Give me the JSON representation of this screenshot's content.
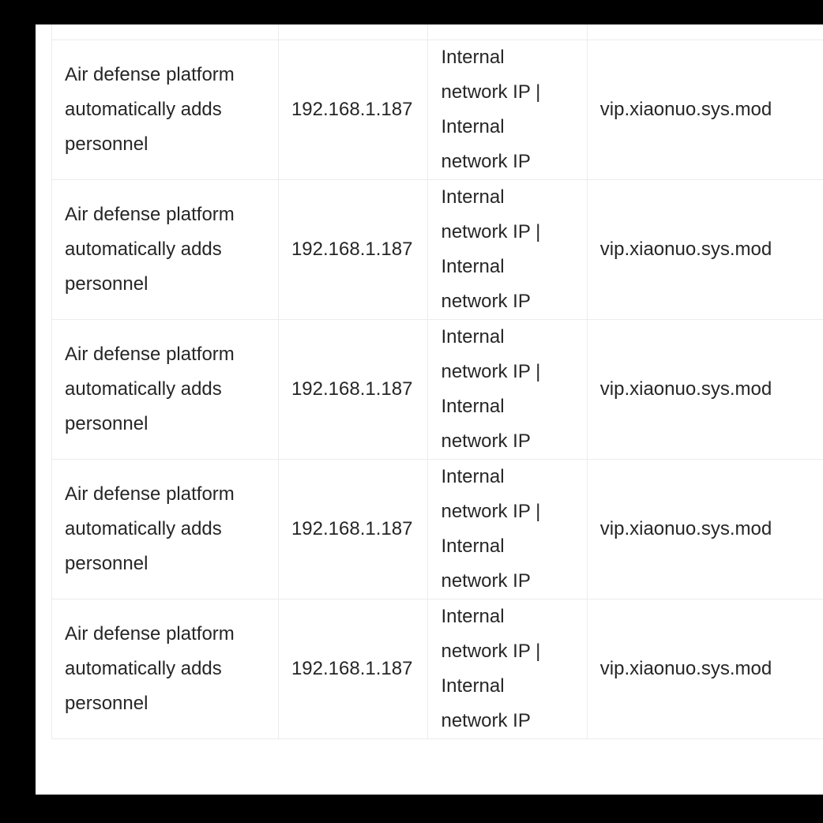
{
  "table": {
    "rows": [
      {
        "event": "Air defense platform automatically adds personnel",
        "ip": "192.168.1.187",
        "location": "Internal network IP | Internal network IP",
        "class": "vip.xiaonuo.sys.mod"
      },
      {
        "event": "Air defense platform automatically adds personnel",
        "ip": "192.168.1.187",
        "location": "Internal network IP | Internal network IP",
        "class": "vip.xiaonuo.sys.mod"
      },
      {
        "event": "Air defense platform automatically adds personnel",
        "ip": "192.168.1.187",
        "location": "Internal network IP | Internal network IP",
        "class": "vip.xiaonuo.sys.mod"
      },
      {
        "event": "Air defense platform automatically adds personnel",
        "ip": "192.168.1.187",
        "location": "Internal network IP | Internal network IP",
        "class": "vip.xiaonuo.sys.mod"
      },
      {
        "event": "Air defense platform automatically adds personnel",
        "ip": "192.168.1.187",
        "location": "Internal network IP | Internal network IP",
        "class": "vip.xiaonuo.sys.mod"
      }
    ]
  }
}
